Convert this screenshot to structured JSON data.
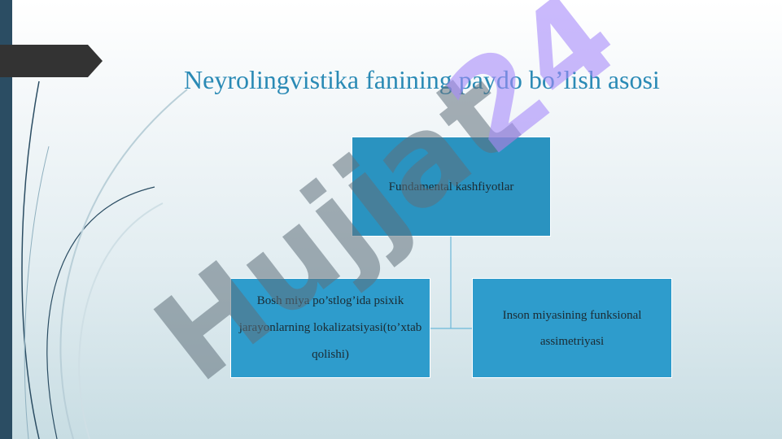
{
  "slide": {
    "title": "Neyrolingvistika fanining paydo bo’lish asosi"
  },
  "diagram": {
    "root": "Fundamental kashfiyotlar",
    "children": [
      "Bosh miya po’stlog’ida psixik jarayonlarning lokalizatsiyasi(to’xtab qolishi)",
      "Inson miyasining funksional assimetriyasi"
    ]
  },
  "watermark": {
    "text": "Hujjat24"
  },
  "colors": {
    "title": "#2a8ab5",
    "box_fill": "#2e9ccc",
    "left_bar": "#2b4d63",
    "arrow_tab": "#333333",
    "watermark_gray": "#5f6f7a",
    "watermark_purple": "#a78bfa"
  }
}
